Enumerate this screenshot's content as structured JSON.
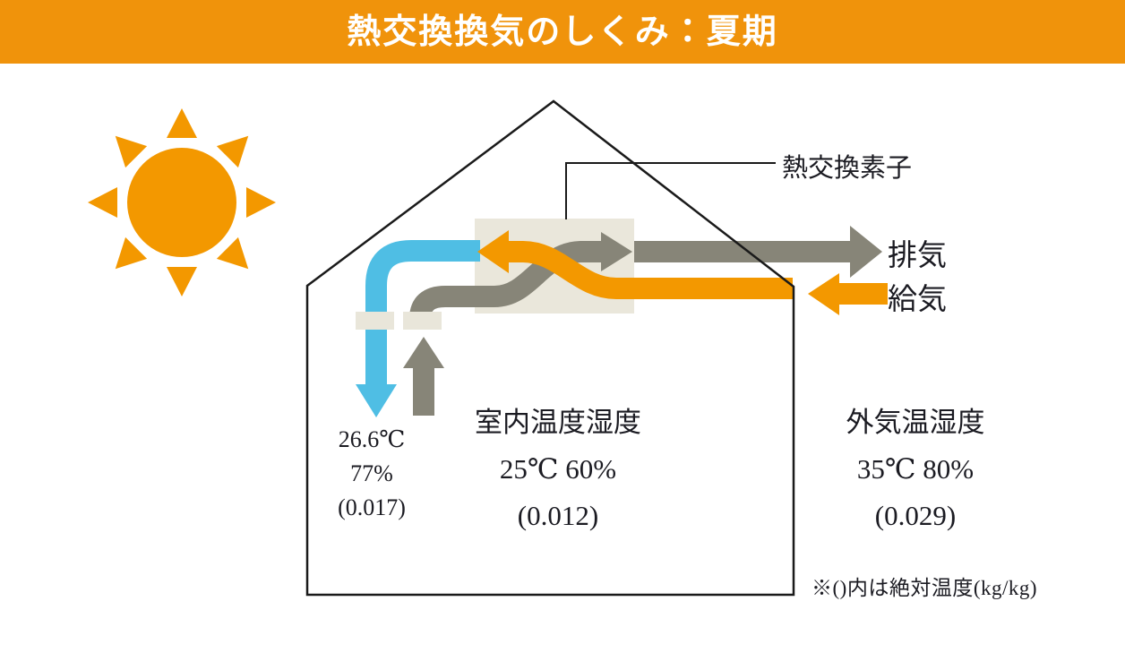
{
  "header": {
    "title": "熱交換換気のしくみ：夏期"
  },
  "diagram": {
    "heat_exchanger_label": "熱交換素子",
    "exhaust_label": "排気",
    "supply_label": "給気",
    "supplied_air_into_room": {
      "temp": "26.6℃",
      "humidity": "77%",
      "absolute_humidity": "(0.017)"
    },
    "indoor": {
      "title": "室内温度湿度",
      "temp_humidity": "25℃ 60%",
      "absolute_humidity": "(0.012)"
    },
    "outdoor": {
      "title": "外気温湿度",
      "temp_humidity": "35℃ 80%",
      "absolute_humidity": "(0.029)"
    },
    "footnote": "※()内は絶対温度(kg/kg)"
  },
  "colors": {
    "header_orange": "#F0930B",
    "arrow_orange": "#F39800",
    "duct_blue": "#4FBEE4",
    "duct_gray": "#878578",
    "box_beige": "#EAE7DB",
    "outline_black": "#1A1A1A",
    "text": "#1B1B22"
  },
  "icons": {
    "sun": "sun-icon"
  }
}
